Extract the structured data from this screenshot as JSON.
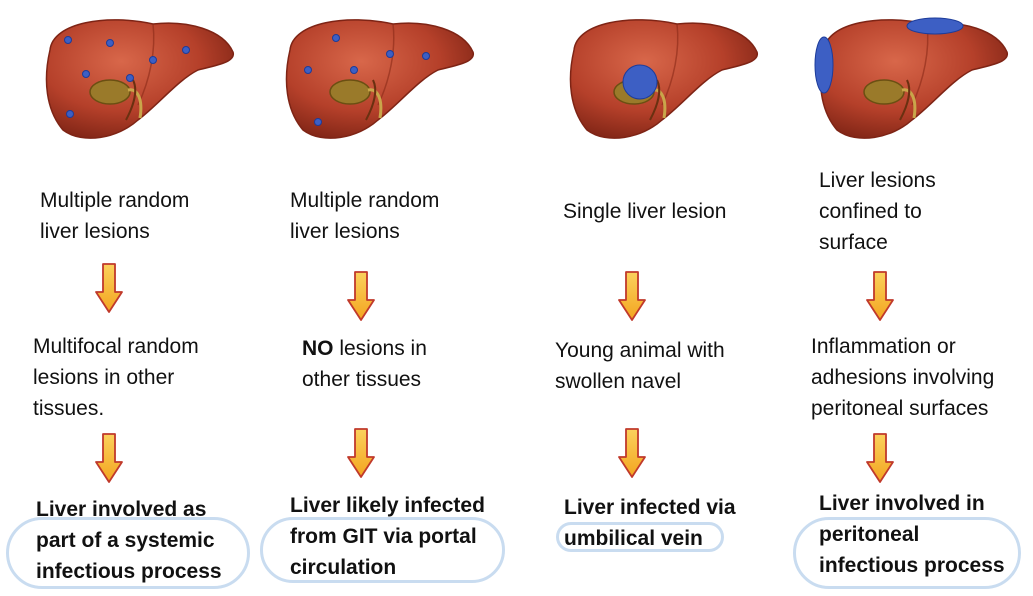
{
  "columns": [
    {
      "observation": [
        "Multiple random",
        "liver lesions"
      ],
      "finding_bold": "",
      "finding": [
        "Multifocal random",
        "lesions in other",
        "tissues."
      ],
      "conclusion": [
        "Liver involved as",
        "part of a systemic",
        "infectious process"
      ]
    },
    {
      "observation": [
        "Multiple random",
        "liver lesions"
      ],
      "finding_bold": "NO",
      "finding": [
        " lesions in",
        "other tissues"
      ],
      "conclusion": [
        "Liver likely infected",
        "from GIT via portal",
        "circulation"
      ]
    },
    {
      "observation": [
        "Single liver lesion"
      ],
      "finding_bold": "",
      "finding": [
        "Young animal with",
        "swollen navel"
      ],
      "conclusion": [
        "Liver infected via",
        "umbilical vein"
      ]
    },
    {
      "observation": [
        "Liver lesions",
        "confined to",
        "surface"
      ],
      "finding_bold": "",
      "finding": [
        "Inflammation or",
        "adhesions involving",
        "peritoneal surfaces"
      ],
      "conclusion": [
        "Liver involved in",
        "peritoneal",
        "infectious process"
      ]
    }
  ],
  "colors": {
    "liver": "#b5402a",
    "lesion": "#3d5fc4",
    "arrow_fill": "#f7b733",
    "arrow_stroke": "#c0392b",
    "oval_border": "#c9dcf0"
  }
}
